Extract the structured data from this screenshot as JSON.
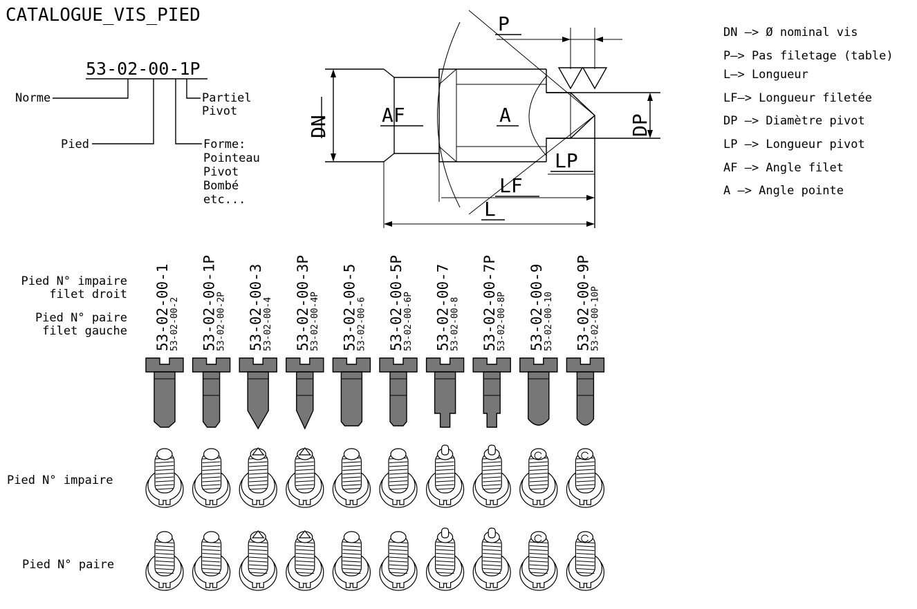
{
  "title": "CATALOGUE_VIS_PIED",
  "code": {
    "value": "53-02-00-1P",
    "norme_label": "Norme",
    "pied_label": "Pied",
    "partiel_lines": [
      "Partiel",
      "Pivot"
    ],
    "forme_lines": [
      "Forme:",
      "Pointeau",
      "Pivot",
      "Bombé",
      "etc..."
    ]
  },
  "drawing_labels": {
    "DN": "DN",
    "P": "P",
    "AF": "AF",
    "A": "A",
    "LF": "LF",
    "L": "L",
    "DP": "DP",
    "LP": "LP"
  },
  "legend": [
    "DN —> Ø nominal vis",
    "P—> Pas filetage (table)",
    "L—> Longueur",
    "LF—> Longueur filetée",
    "DP —> Diamètre pivot",
    "LP —> Longueur pivot",
    "AF —> Angle filet",
    "A —> Angle pointe"
  ],
  "row_labels": {
    "impaire_droit": [
      "Pied N° impaire",
      "filet droit"
    ],
    "paire_gauche": [
      "Pied N° paire",
      "filet gauche"
    ],
    "iso_impaire": "Pied N° impaire",
    "iso_paire": "Pied N° paire"
  },
  "screws": [
    {
      "code": "53-02-00-1",
      "sub": "53-02-00-2",
      "tip": "flat",
      "pivot": false
    },
    {
      "code": "53-02-00-1P",
      "sub": "53-02-00-2P",
      "tip": "flat",
      "pivot": true
    },
    {
      "code": "53-02-00-3",
      "sub": "53-02-00-4",
      "tip": "point",
      "pivot": false
    },
    {
      "code": "53-02-00-3P",
      "sub": "53-02-00-4P",
      "tip": "point",
      "pivot": true
    },
    {
      "code": "53-02-00-5",
      "sub": "53-02-00-6",
      "tip": "chamfer",
      "pivot": false
    },
    {
      "code": "53-02-00-5P",
      "sub": "53-02-00-6P",
      "tip": "chamfer",
      "pivot": true
    },
    {
      "code": "53-02-00-7",
      "sub": "53-02-00-8",
      "tip": "pin",
      "pivot": false
    },
    {
      "code": "53-02-00-7P",
      "sub": "53-02-00-8P",
      "tip": "pin",
      "pivot": true
    },
    {
      "code": "53-02-00-9",
      "sub": "53-02-00-10",
      "tip": "round",
      "pivot": false
    },
    {
      "code": "53-02-00-9P",
      "sub": "53-02-00-10P",
      "tip": "round",
      "pivot": true
    }
  ]
}
